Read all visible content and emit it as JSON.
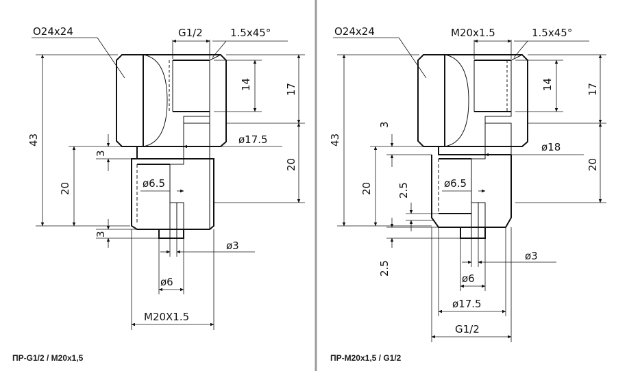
{
  "colors": {
    "line": "#111111",
    "divider": "#9b9b9b",
    "background": "#ffffff"
  },
  "panels": [
    {
      "caption": "ПР-G1/2 / М20х1,5",
      "labels": {
        "wrench": "O24x24",
        "top_thread": "G1/2",
        "chamfer": "1.5x45°",
        "d14": "14",
        "d17": "17",
        "d43": "43",
        "d3_top": "3",
        "d17_5": "ø17.5",
        "d20_left": "20",
        "d20_right": "20",
        "d6_5": "ø6.5",
        "d3_bottom": "3",
        "d3_dia": "ø3",
        "d6": "ø6",
        "bottom_thread": "M20X1.5"
      }
    },
    {
      "caption": "ПР-М20х1,5 / G1/2",
      "labels": {
        "wrench": "O24x24",
        "top_thread": "M20x1.5",
        "chamfer": "1.5x45°",
        "d14": "14",
        "d17": "17",
        "d43": "43",
        "d3_top": "3",
        "d18": "ø18",
        "d20_left": "20",
        "d20_right": "20",
        "d2_5_top": "2.5",
        "d6_5": "ø6.5",
        "d2_5_bottom": "2.5",
        "d3_dia": "ø3",
        "d6": "ø6",
        "d17_5": "ø17.5",
        "bottom_thread": "G1/2"
      }
    }
  ]
}
